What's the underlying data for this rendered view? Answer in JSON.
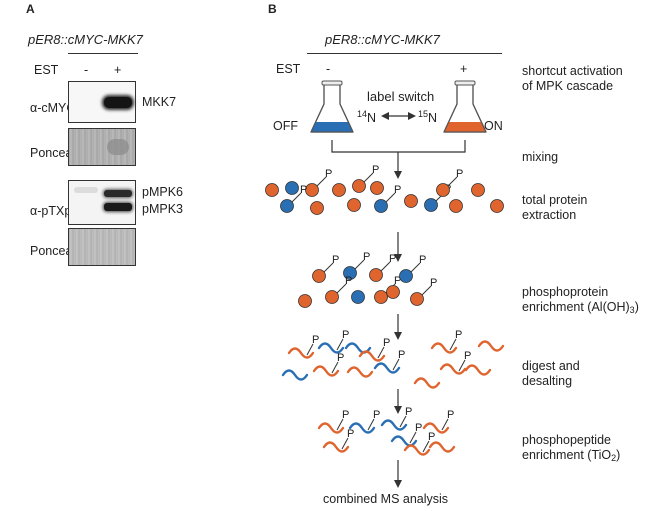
{
  "panel_a": {
    "letter": "A",
    "construct": "pER8::cMYC-MKK7",
    "est_label": "EST",
    "est_minus": "-",
    "est_plus": "+",
    "rows": {
      "anti_cmyc": "α-cMYC",
      "ponceau_1": "Ponceau",
      "anti_ptxpy": "α-pTXpY",
      "ponceau_2": "Ponceau"
    },
    "bands": {
      "mkk7": "MKK7",
      "pmpk6": "pMPK6",
      "pmpk3": "pMPK3"
    }
  },
  "panel_b": {
    "letter": "B",
    "construct": "pER8::cMYC-MKK7",
    "est_label": "EST",
    "est_minus": "-",
    "est_plus": "+",
    "label_switch": "label switch",
    "isotope_left": {
      "mass": "14",
      "element": "N"
    },
    "isotope_right": {
      "mass": "15",
      "element": "N"
    },
    "flask_off": "OFF",
    "flask_on": "ON",
    "steps": {
      "activation_1": "shortcut activation",
      "activation_2": "of MPK cascade",
      "mixing": "mixing",
      "extraction_1": "total protein",
      "extraction_2": "extraction",
      "phosphoprotein_1": "phosphoprotein",
      "phosphoprotein_2": "enrichment (Al(OH)",
      "phosphoprotein_sub": "3",
      "phosphoprotein_end": ")",
      "digest_1": "digest and",
      "digest_2": "desalting",
      "phosphopeptide_1": "phosphopeptide",
      "phosphopeptide_2": "enrichment (TiO",
      "phosphopeptide_sub": "2",
      "phosphopeptide_end": ")",
      "ms": "combined MS analysis"
    },
    "phospho_label": "P"
  },
  "colors": {
    "light_label_14N": "#2a6fb3",
    "heavy_label_15N": "#e0642e",
    "line": "#333333"
  }
}
